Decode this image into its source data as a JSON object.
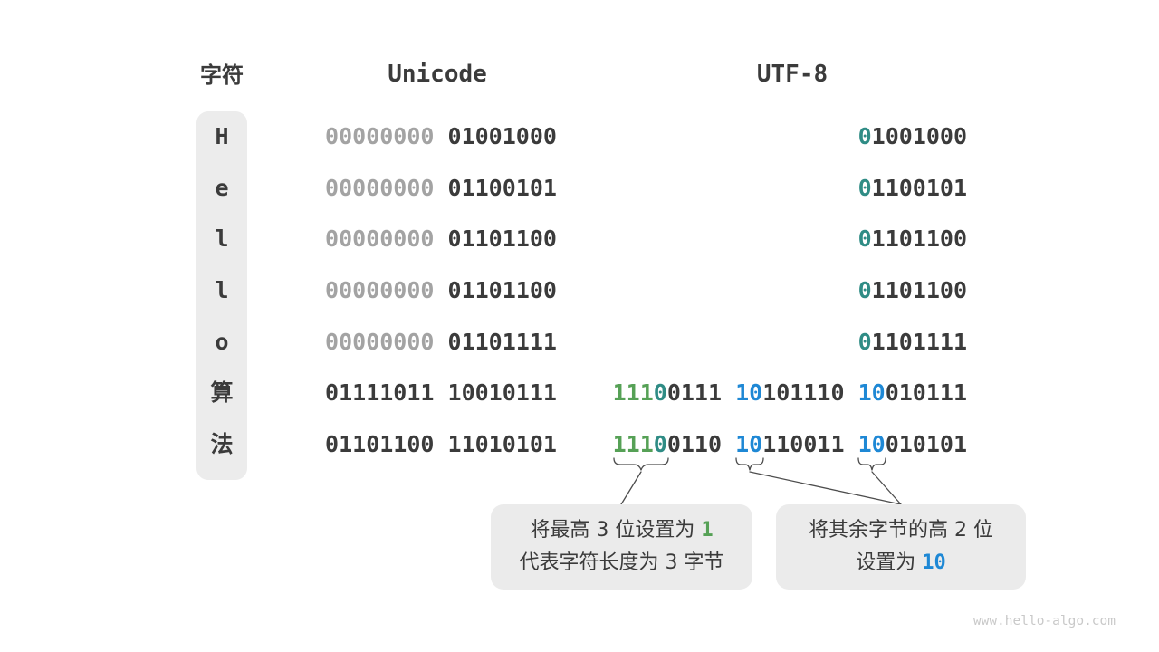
{
  "headers": {
    "char": "字符",
    "unicode": "Unicode",
    "utf8": "UTF-8"
  },
  "colors": {
    "dark": "#3b3b3b",
    "gray": "#a3a3a3",
    "green": "#56a156",
    "teal": "#2f8c85",
    "blue": "#1e88d5",
    "line": "#4d4d4d",
    "cell_bg": "#ececec",
    "callout_bg": "#ebebeb",
    "watermark": "#c9c9c9"
  },
  "rows": [
    {
      "char": "H",
      "unicode": [
        [
          {
            "t": "00000000",
            "c": "gray"
          }
        ],
        [
          {
            "t": "01001000",
            "c": "dark"
          }
        ]
      ],
      "utf8": [
        [
          {
            "t": "0",
            "c": "teal"
          },
          {
            "t": "1001000",
            "c": "dark"
          }
        ]
      ]
    },
    {
      "char": "e",
      "unicode": [
        [
          {
            "t": "00000000",
            "c": "gray"
          }
        ],
        [
          {
            "t": "01100101",
            "c": "dark"
          }
        ]
      ],
      "utf8": [
        [
          {
            "t": "0",
            "c": "teal"
          },
          {
            "t": "1100101",
            "c": "dark"
          }
        ]
      ]
    },
    {
      "char": "l",
      "unicode": [
        [
          {
            "t": "00000000",
            "c": "gray"
          }
        ],
        [
          {
            "t": "01101100",
            "c": "dark"
          }
        ]
      ],
      "utf8": [
        [
          {
            "t": "0",
            "c": "teal"
          },
          {
            "t": "1101100",
            "c": "dark"
          }
        ]
      ]
    },
    {
      "char": "l",
      "unicode": [
        [
          {
            "t": "00000000",
            "c": "gray"
          }
        ],
        [
          {
            "t": "01101100",
            "c": "dark"
          }
        ]
      ],
      "utf8": [
        [
          {
            "t": "0",
            "c": "teal"
          },
          {
            "t": "1101100",
            "c": "dark"
          }
        ]
      ]
    },
    {
      "char": "o",
      "unicode": [
        [
          {
            "t": "00000000",
            "c": "gray"
          }
        ],
        [
          {
            "t": "01101111",
            "c": "dark"
          }
        ]
      ],
      "utf8": [
        [
          {
            "t": "0",
            "c": "teal"
          },
          {
            "t": "1101111",
            "c": "dark"
          }
        ]
      ]
    },
    {
      "char": "算",
      "unicode": [
        [
          {
            "t": "01111011",
            "c": "dark"
          }
        ],
        [
          {
            "t": "10010111",
            "c": "dark"
          }
        ]
      ],
      "utf8": [
        [
          {
            "t": "111",
            "c": "green"
          },
          {
            "t": "0",
            "c": "teal"
          },
          {
            "t": "0111",
            "c": "dark"
          }
        ],
        [
          {
            "t": "10",
            "c": "blue"
          },
          {
            "t": "101110",
            "c": "dark"
          }
        ],
        [
          {
            "t": "10",
            "c": "blue"
          },
          {
            "t": "010111",
            "c": "dark"
          }
        ]
      ]
    },
    {
      "char": "法",
      "unicode": [
        [
          {
            "t": "01101100",
            "c": "dark"
          }
        ],
        [
          {
            "t": "11010101",
            "c": "dark"
          }
        ]
      ],
      "utf8": [
        [
          {
            "t": "111",
            "c": "green"
          },
          {
            "t": "0",
            "c": "teal"
          },
          {
            "t": "0110",
            "c": "dark"
          }
        ],
        [
          {
            "t": "10",
            "c": "blue"
          },
          {
            "t": "110011",
            "c": "dark"
          }
        ],
        [
          {
            "t": "10",
            "c": "blue"
          },
          {
            "t": "010101",
            "c": "dark"
          }
        ]
      ]
    }
  ],
  "callouts": {
    "left": {
      "line1_pre": "将最高 3 位设置为 ",
      "line1_hl": "1",
      "line2": "代表字符长度为 3 字节"
    },
    "right": {
      "line1": "将其余字节的高 2 位",
      "line2_pre": "设置为 ",
      "line2_hl": "10"
    }
  },
  "watermark": "www.hello-algo.com"
}
